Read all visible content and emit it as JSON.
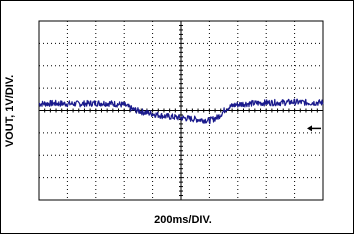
{
  "chart_data": {
    "type": "line",
    "title": "",
    "xlabel": "200ms/DIV.",
    "ylabel": "VOUT, 1V/DIV.",
    "grid": true,
    "divisions": {
      "x": 10,
      "y": 8
    },
    "xlim": [
      0,
      10
    ],
    "ylim": [
      -4,
      4
    ],
    "ground_marker": {
      "side": "right",
      "y": -0.8
    },
    "series": [
      {
        "x": [
          0,
          0.5,
          1.0,
          1.5,
          2.0,
          2.5,
          3.0,
          3.3,
          3.6,
          4.0,
          4.4,
          4.8,
          5.2,
          5.6,
          6.0,
          6.3,
          6.6,
          6.9,
          7.2,
          7.6,
          8.0,
          8.5,
          9.0,
          9.5,
          10.0
        ],
        "y": [
          0.3,
          0.32,
          0.3,
          0.3,
          0.33,
          0.32,
          0.25,
          0.05,
          -0.05,
          -0.15,
          -0.25,
          -0.3,
          -0.35,
          -0.4,
          -0.45,
          -0.3,
          0.1,
          0.25,
          0.3,
          0.32,
          0.35,
          0.35,
          0.38,
          0.35,
          0.35
        ]
      }
    ]
  },
  "colors": {
    "trace": "#1a1a8c",
    "grid": "#000000",
    "axis": "#000000"
  }
}
